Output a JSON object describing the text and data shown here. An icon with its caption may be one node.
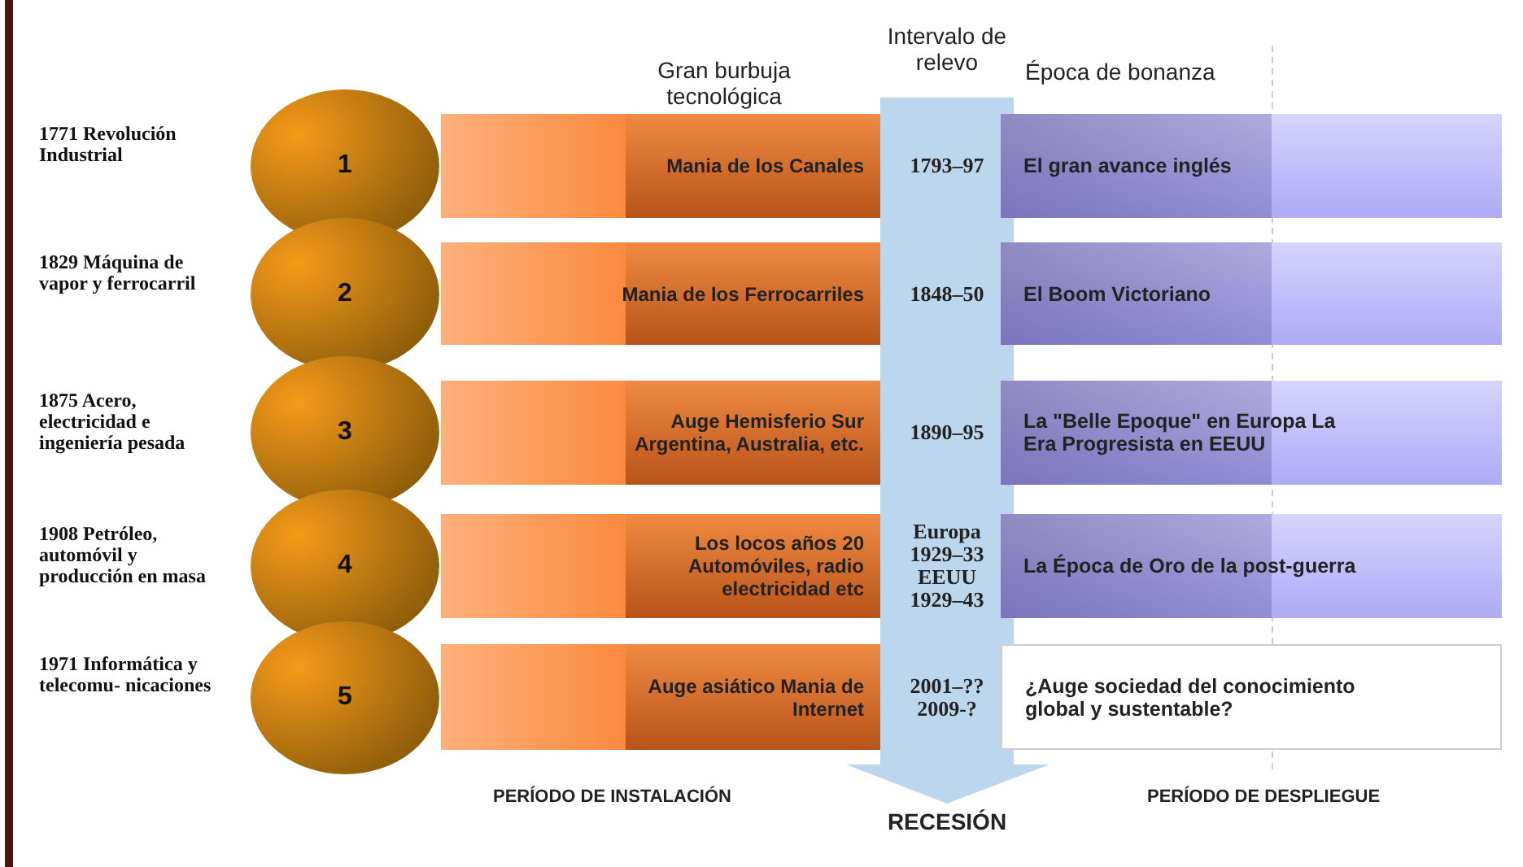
{
  "diagram": {
    "nodes": [
      {
        "text": [
          "Intervalo de relevo",
          "1793–97",
          "1848–50",
          "1890–95",
          "Europa 1929–33 EEUU 1929–43",
          "2001–?? 2009-?"
        ]
      },
      {
        "text": [
          "1"
        ],
        "beside": [
          "1771 Revolución Industrial"
        ]
      },
      {
        "text": [
          "Mania de los Canales"
        ]
      },
      {
        "text": [
          "El gran avance inglés"
        ]
      },
      {
        "text": [
          "2"
        ],
        "beside": [
          "1829 Máquina de vapor y ferrocarril"
        ]
      },
      {
        "text": [
          "Mania de los Ferrocarriles"
        ]
      },
      {
        "text": [
          "El Boom  Victoriano"
        ]
      },
      {
        "text": [
          "3"
        ],
        "beside": [
          "1875 Acero, electricidad e ingeniería pesada"
        ]
      },
      {
        "text": [
          "Auge Hemisferio Sur Argentina, Australia, etc."
        ]
      },
      {
        "text": [
          "La \"Belle Epoque\" en Europa La Era Progresista en EEUU"
        ]
      },
      {
        "text": [
          "4"
        ],
        "beside": [
          "1908 Petróleo, automóvil y producción en masa"
        ]
      },
      {
        "text": [
          "Los locos años 20 Automóviles, radio electricidad  etc"
        ]
      },
      {
        "text": [
          "La Época de Oro de la post-guerra"
        ]
      },
      {
        "text": [
          "5"
        ],
        "beside": [
          "1971 Informática y telecomu- nicaciones"
        ]
      },
      {
        "text": [
          "Auge asiático Mania de Internet"
        ]
      },
      {
        "text": [
          "¿Auge sociedad del conocimiento global y sustentable?"
        ]
      }
    ],
    "labels": [
      "Gran burbuja tecnológica",
      "Época de bonanza",
      "PERÍODO DE INSTALACIÓN",
      "RECESIÓN",
      "PERÍODO DE DESPLIEGUE"
    ]
  }
}
